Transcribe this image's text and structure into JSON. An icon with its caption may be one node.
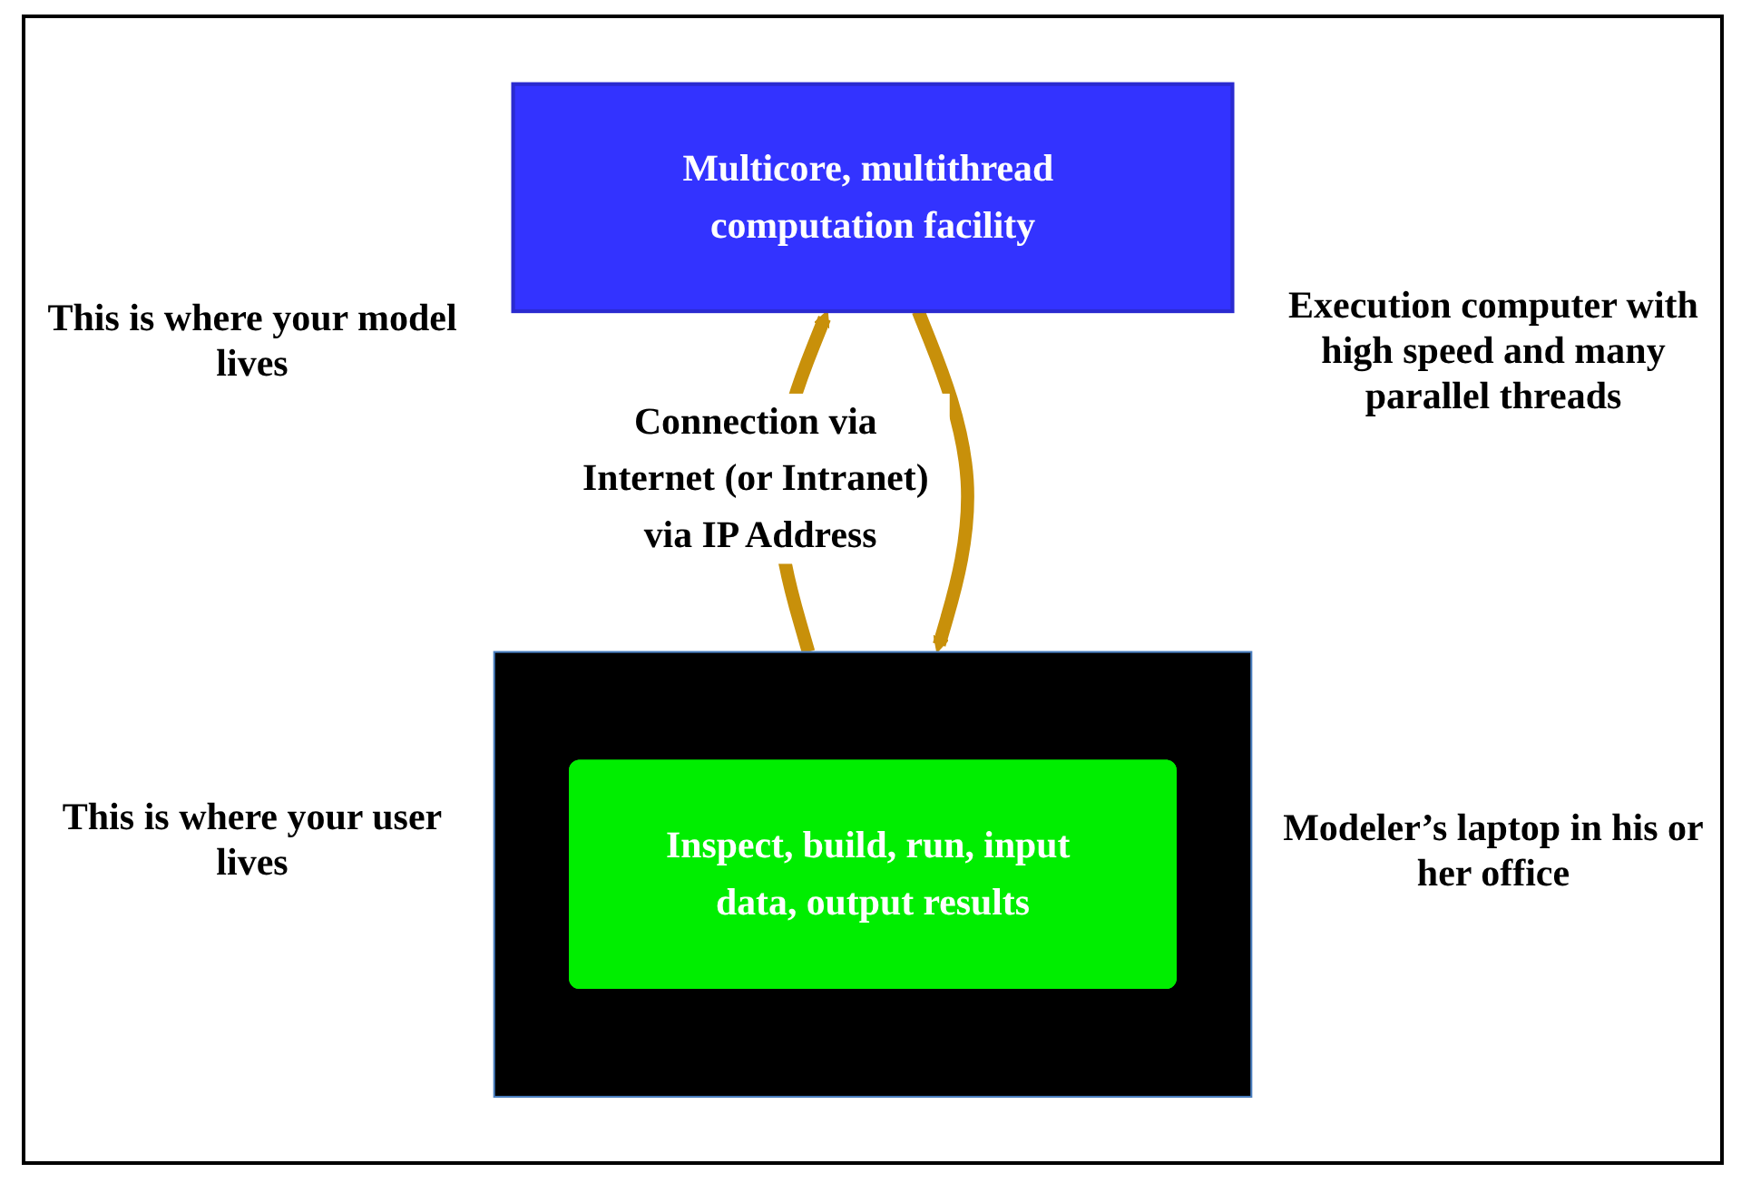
{
  "diagram": {
    "nodes": [
      {
        "text": [
          "Multicore, multithread computation facility"
        ]
      },
      {
        "text": [],
        "shape": "box"
      },
      {
        "text": [
          "Inspect, build, run, input data, output results"
        ],
        "in": 1
      }
    ],
    "edges": [
      {
        "from": 0,
        "to": 1,
        "arrow": "to"
      },
      {
        "from": 1,
        "to": 0,
        "arrow": "to",
        "label": "Connection via Internet (or Intranet) via IP Address"
      }
    ],
    "labels": [
      "This is where your model lives",
      "Execution computer with high speed and many parallel threads",
      "This is where your user lives",
      "Modeler’s laptop in his or her office"
    ]
  }
}
